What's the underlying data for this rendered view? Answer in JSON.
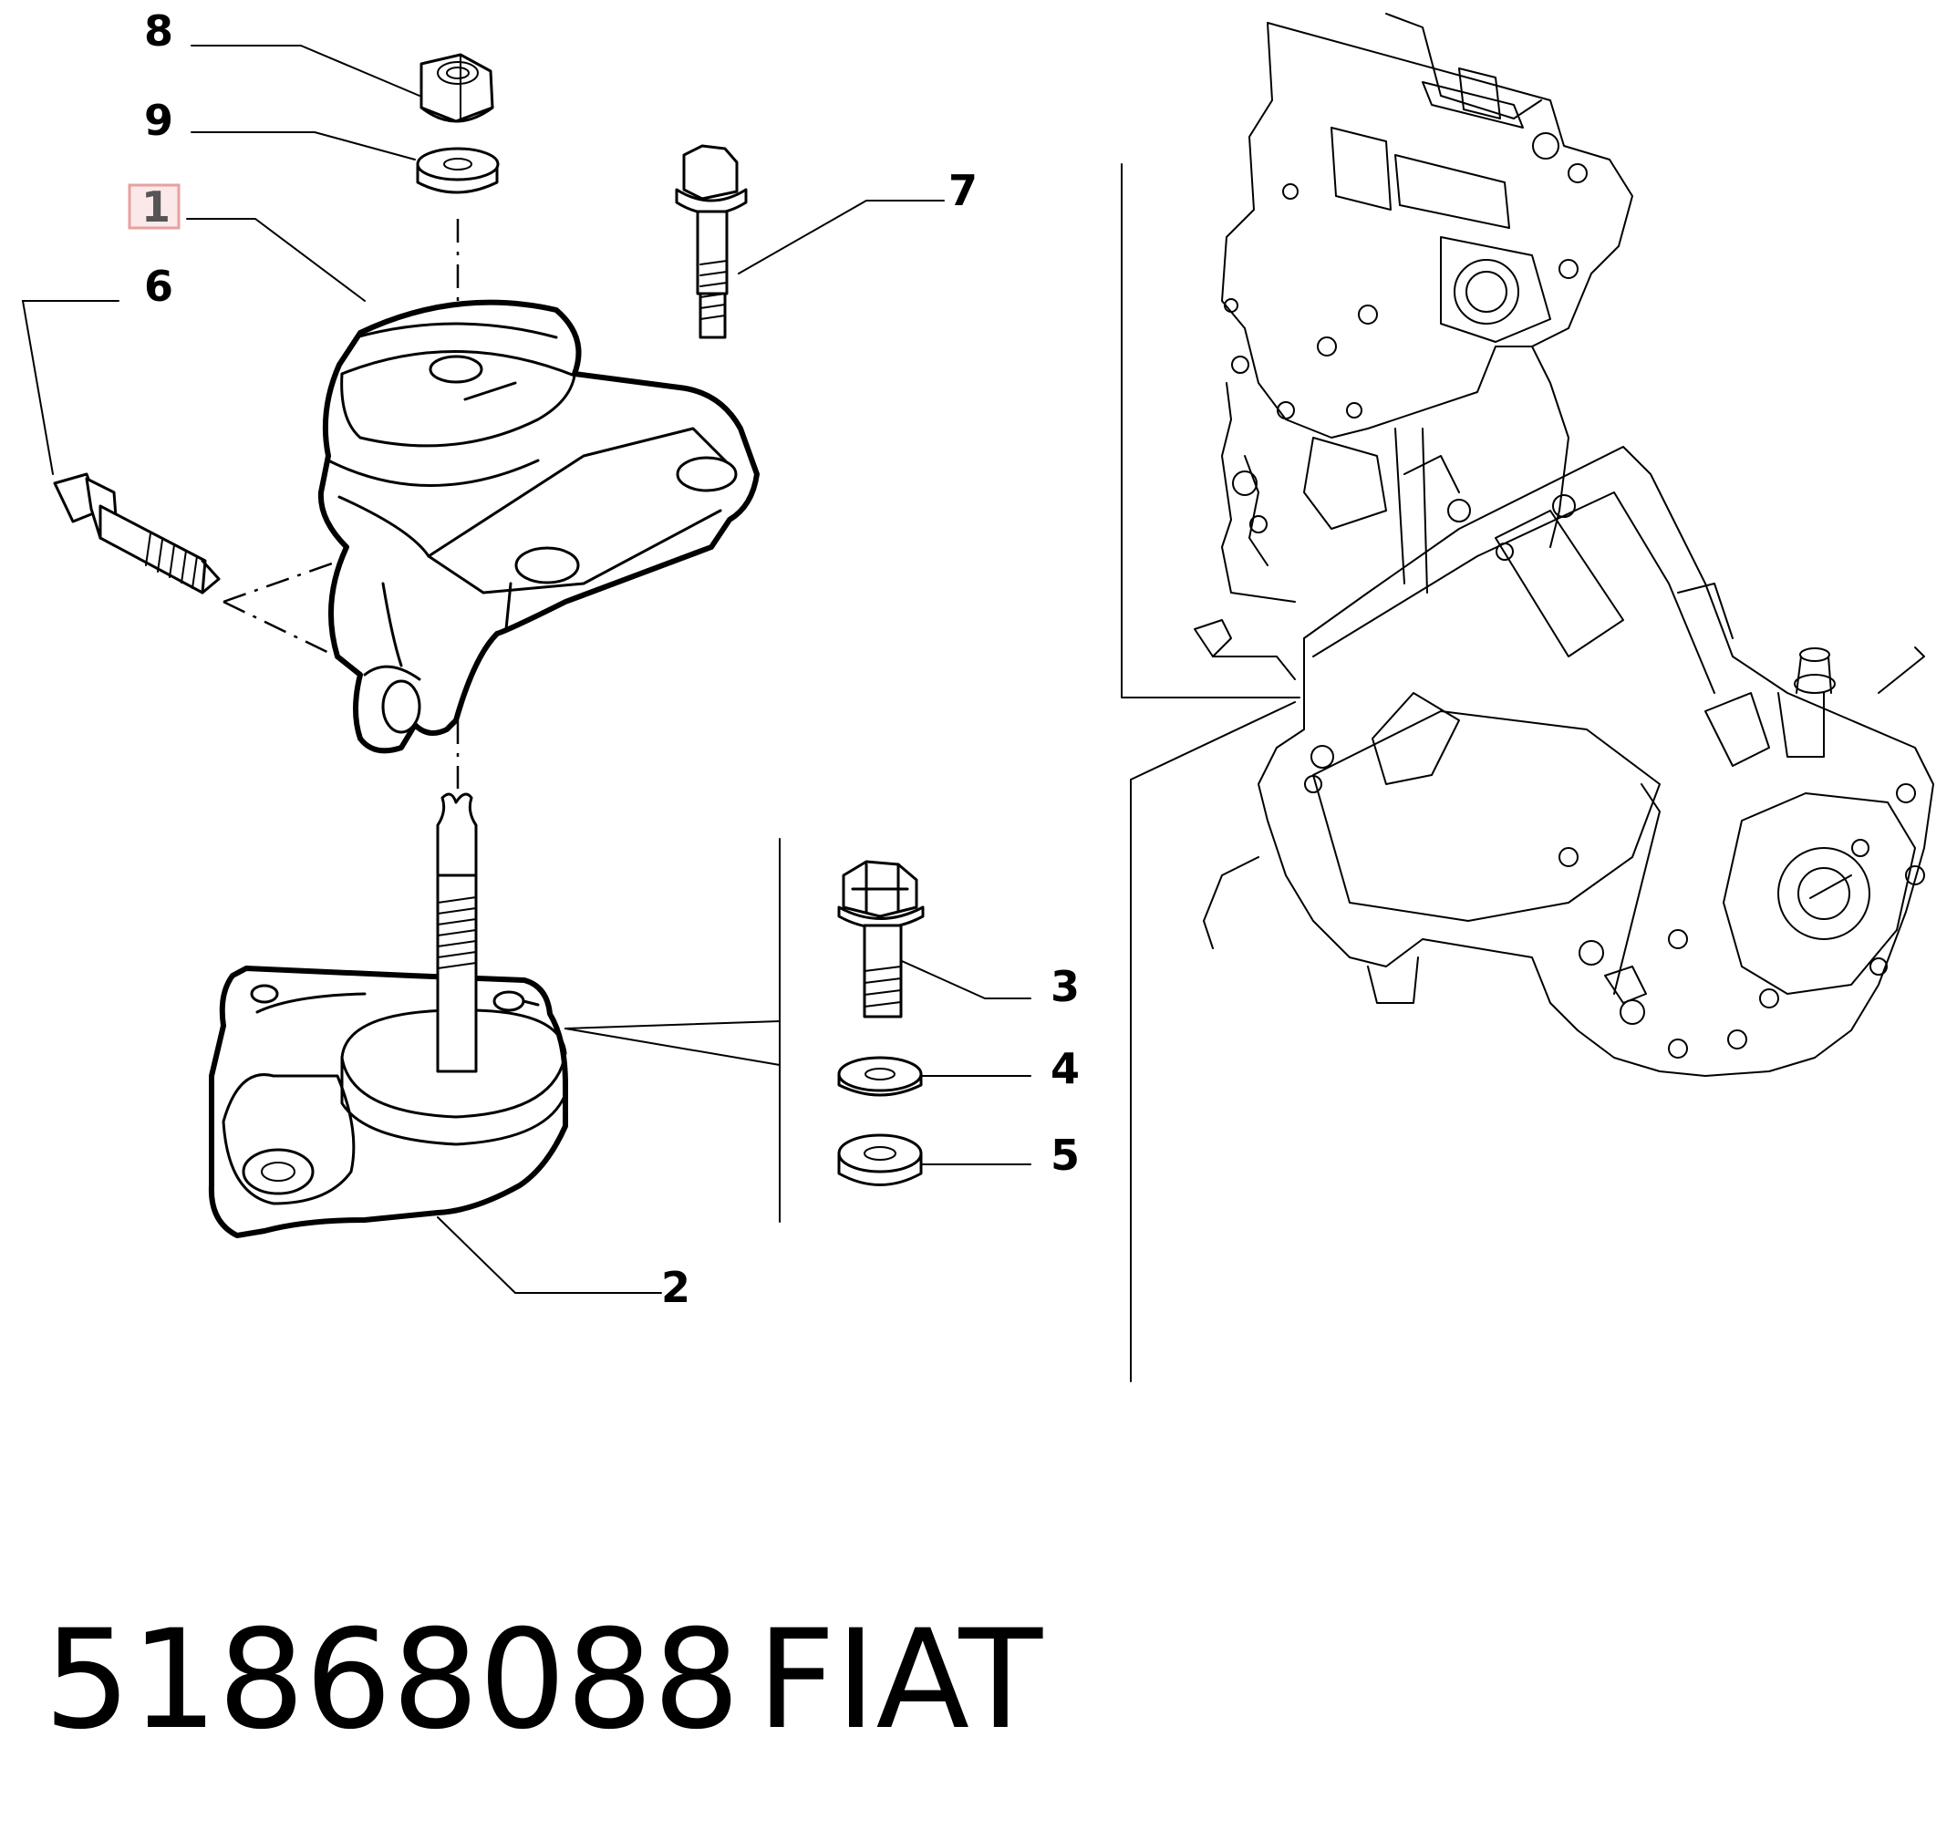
{
  "diagram": {
    "callouts": {
      "c1": "1",
      "c2": "2",
      "c3": "3",
      "c4": "4",
      "c5": "5",
      "c6": "6",
      "c7": "7",
      "c8": "8",
      "c9": "9"
    },
    "highlighted_callout": "1",
    "highlight_color": "#e8a0a0",
    "highlight_fill": "#fbe8e8"
  },
  "footer": {
    "part_number": "51868088",
    "brand": "FIAT"
  }
}
